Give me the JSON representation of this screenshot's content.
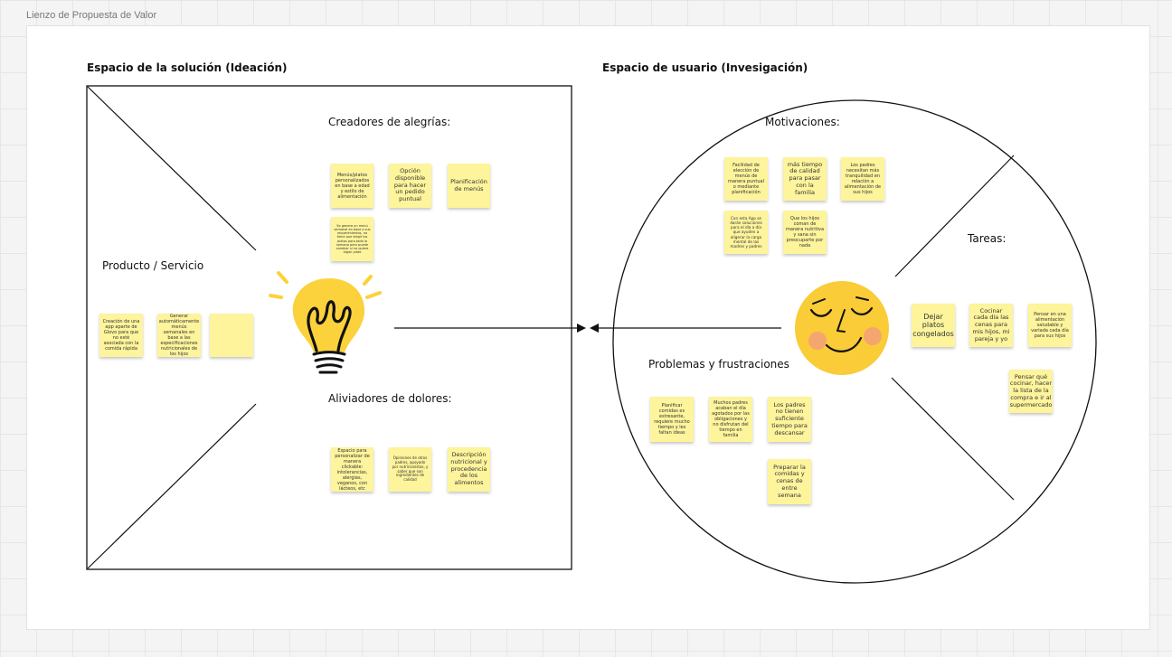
{
  "board_title": "Lienzo de Propuesta de Valor",
  "solution": {
    "title": "Espacio de la solución (Ideación)",
    "gain_creators": {
      "label": "Creadores de alegrías:",
      "notes": [
        "Menús/platos personalizados en base a edad y estilo de alimentación",
        "Opción disponible para hacer un pedido puntual",
        "Planificación de menús",
        "Se genera un menú semanal en base a sus requerimientos, no tiene que elegir los platos para toda la semana pero puede cambiar si no quiere algún plato"
      ]
    },
    "products": {
      "label": "Producto / Servicio",
      "notes": [
        "Creación de una app aparte de Glovo para que no esté asociada con la comida rápida",
        "Generar automáticamente menús semanales en base a las especificaciones nutricionales de los hijos",
        ""
      ]
    },
    "pain_relievers": {
      "label": "Aliviadores de dolores:",
      "notes": [
        "Espacio para personalizar de manera clickable: intolerancias, alergias, veganos, con lácteos, etc",
        "Opiniones de otros padres, apoyado por nutricionistas, y saber que son ingredientes de calidad",
        "Descripción nutricional y procedencia de los alimentos"
      ]
    }
  },
  "user": {
    "title": "Espacio de usuario (Invesigación)",
    "gains": {
      "label": "Motivaciones:",
      "notes": [
        "Facilidad de elección de menús de manera puntual o mediante planificación",
        "más tiempo de calidad para pasar con la familia",
        "Los padres necesitan más tranquilidad en relación a alimentación de sus hijos",
        "Con esta App se darán soluciones para el día a día que ayuden a aligerar la carga mental de las madres y padres",
        "Que los hijos coman de manera nutritiva y sana sin preocuparte por nada"
      ]
    },
    "jobs": {
      "label": "Tareas:",
      "notes": [
        "Dejar platos congelados",
        "Cocinar cada día las cenas para mis hijos, mi pareja y yo",
        "Pensar en una alimentación saludable y variada cada día para sus hijos",
        "Pensar qué cocinar, hacer la lista de la compra e ir al supermercado"
      ]
    },
    "pains": {
      "label": "Problemas y frustraciones",
      "notes": [
        "Planificar comidas es estresante, requiere mucho tiempo y les faltan ideas",
        "Muchos padres acaban el día agotados por las obligaciones y no disfrutan del tiempo en familia",
        "Los padres no tienen suficiente tiempo para descansar",
        "Preparar la comidas y cenas de entre semana"
      ]
    }
  },
  "colors": {
    "sticky": "#fdf49c",
    "bulb": "#fcd23c",
    "face": "#f9cc38",
    "cheek": "#f4a177",
    "ink": "#111111"
  }
}
